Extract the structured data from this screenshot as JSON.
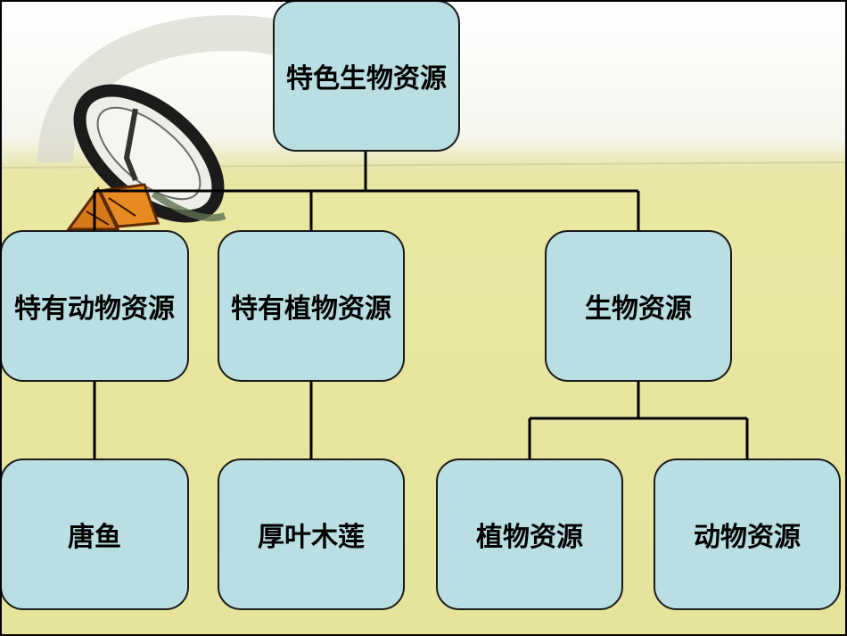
{
  "diagram": {
    "root": {
      "label": "特色生物资源"
    },
    "level1": [
      {
        "label": "特有动物资源"
      },
      {
        "label": "特有植物资源"
      },
      {
        "label": "生物资源"
      }
    ],
    "level2": [
      {
        "label": "唐鱼"
      },
      {
        "label": "厚叶木莲"
      },
      {
        "label": "植物资源"
      },
      {
        "label": "动物资源"
      }
    ]
  },
  "colors": {
    "node_fill": "#b9dfe2",
    "node_border": "#1a1a1a",
    "line": "#000000",
    "ground": "#e6e49b"
  },
  "icons": [
    "butterfly-net-icon",
    "butterfly-icon"
  ]
}
